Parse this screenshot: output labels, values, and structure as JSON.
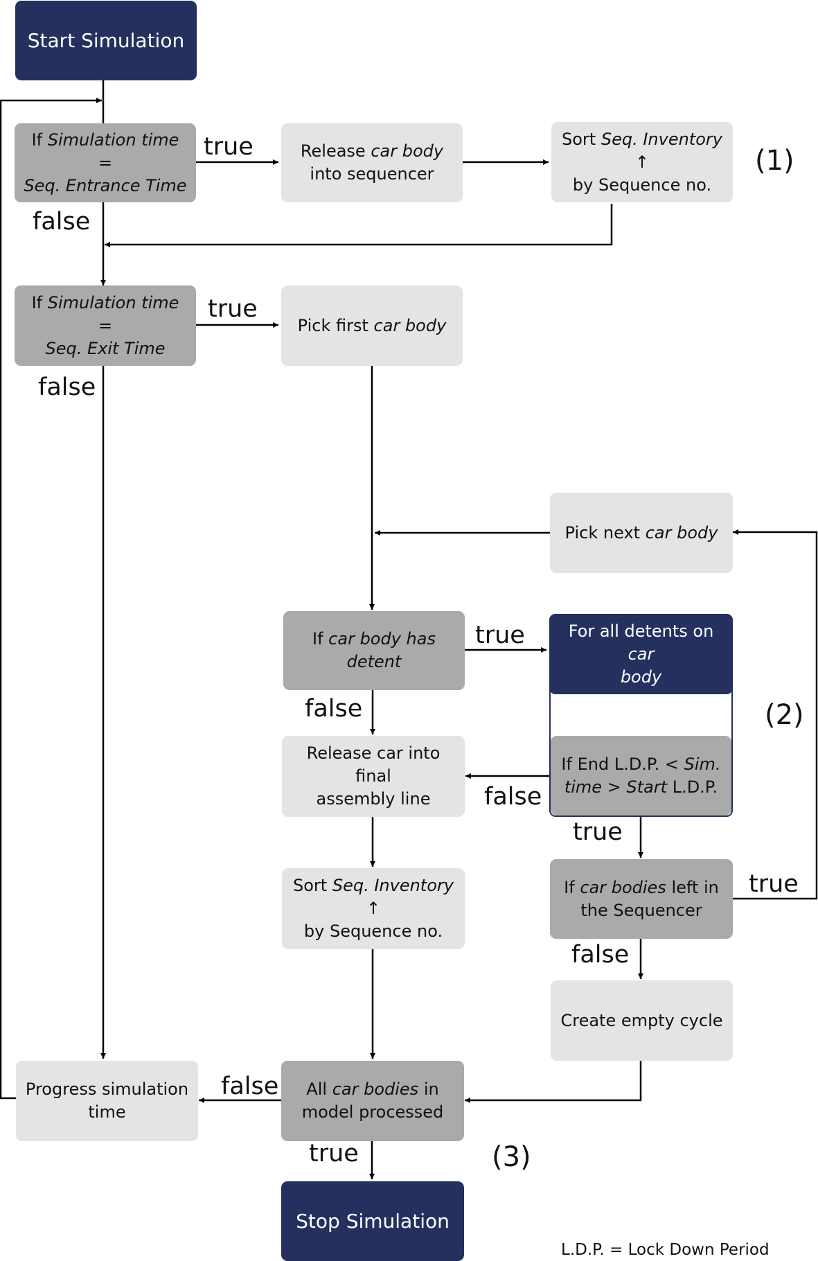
{
  "nodes": {
    "start": "Start Simulation",
    "cond_entrance_a": "If ",
    "cond_entrance_b": "Simulation time",
    "cond_entrance_c": " =",
    "cond_entrance_d": "Seq. Entrance Time",
    "release_body_a": "Release ",
    "release_body_b": "car body",
    "release_body_c": "into sequencer",
    "sort1_a": "Sort ",
    "sort1_b": "Seq. Inventory",
    "sort1_c": " ↑",
    "sort1_d": "by Sequence no.",
    "cond_exit_a": "If ",
    "cond_exit_b": "Simulation time",
    "cond_exit_c": " =",
    "cond_exit_d": "Seq. Exit Time",
    "pick_first_a": "Pick first ",
    "pick_first_b": "car body",
    "pick_next_a": "Pick next ",
    "pick_next_b": "car body",
    "cond_detent_a": "If ",
    "cond_detent_b": "car body has",
    "cond_detent_c": "detent",
    "for_all_a": "For all detents on ",
    "for_all_b": "car",
    "for_all_c": "body",
    "cond_ldp_a": "If End L.D.P. < ",
    "cond_ldp_b": "Sim.",
    "cond_ldp_c": "time",
    "cond_ldp_d": " > ",
    "cond_ldp_e": "Start",
    "cond_ldp_f": " L.D.P.",
    "release_final_a": "Release car into final",
    "release_final_b": "assembly line",
    "sort2_a": "Sort ",
    "sort2_b": "Seq. Inventory",
    "sort2_c": " ↑",
    "sort2_d": "by Sequence no.",
    "cond_left_a": "If ",
    "cond_left_b": "car bodies",
    "cond_left_c": " left in",
    "cond_left_d": "the Sequencer",
    "empty_cycle": "Create empty cycle",
    "progress_a": "Progress simulation",
    "progress_b": "time",
    "cond_all_a": "All ",
    "cond_all_b": "car bodies",
    "cond_all_c": " in",
    "cond_all_d": "model processed",
    "stop": "Stop Simulation"
  },
  "edge_labels": {
    "entrance_true": "true",
    "entrance_false": "false",
    "exit_true": "true",
    "exit_false": "false",
    "detent_true": "true",
    "detent_false": "false",
    "ldp_false": "false",
    "ldp_true": "true",
    "left_true": "true",
    "left_false": "false",
    "all_false": "false",
    "all_true": "true"
  },
  "markers": {
    "m1": "(1)",
    "m2": "(2)",
    "m3": "(3)"
  },
  "footnote": "L.D.P. = Lock Down Period",
  "colors": {
    "dark_box": "#25305f",
    "mid_box": "#aaaaaa",
    "light_box": "#e4e4e4",
    "line": "#000000"
  }
}
